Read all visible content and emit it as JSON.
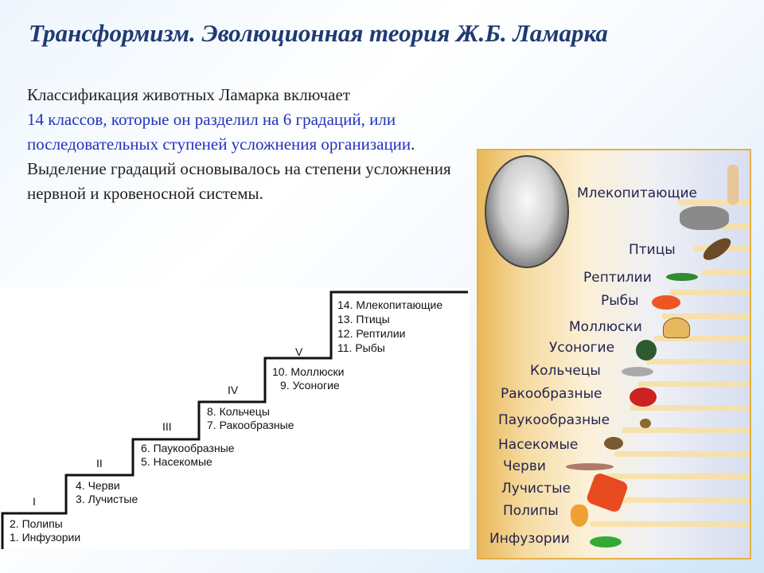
{
  "title": "Трансформизм. Эволюционная теория Ж.Б. Ламарка",
  "paragraph": {
    "part1": "Классификация животных Ламарка включает",
    "part2_blue": "14 классов, которые он разделил на 6 градаций, или последовательных ступеней усложнения организации",
    "part3": ". Выделение градаций основывалось на степени усложнения нервной и кровеносной системы."
  },
  "stairs": {
    "steps": [
      {
        "numeral": "I",
        "classes": [
          "2. Полипы",
          "1. Инфузории"
        ]
      },
      {
        "numeral": "II",
        "classes": [
          "4. Черви",
          "3. Лучистые"
        ]
      },
      {
        "numeral": "III",
        "classes": [
          "6. Паукообразные",
          "5. Насекомые"
        ]
      },
      {
        "numeral": "IV",
        "classes": [
          "8. Кольчецы",
          "7. Ракообразные"
        ]
      },
      {
        "numeral": "V",
        "classes": [
          "10. Моллюски",
          "9. Усоногие"
        ]
      },
      {
        "numeral": "",
        "classes": [
          "14. Млекопитающие",
          "13. Птицы",
          "12. Рептилии",
          "11. Рыбы"
        ]
      }
    ]
  },
  "ladder": {
    "labels": [
      "Млекопитающие",
      "Птицы",
      "Рептилии",
      "Рыбы",
      "Моллюски",
      "Усоногие",
      "Кольчецы",
      "Ракообразные",
      "Паукообразные",
      "Насекомые",
      "Черви",
      "Лучистые",
      "Полипы",
      "Инфузории"
    ]
  }
}
